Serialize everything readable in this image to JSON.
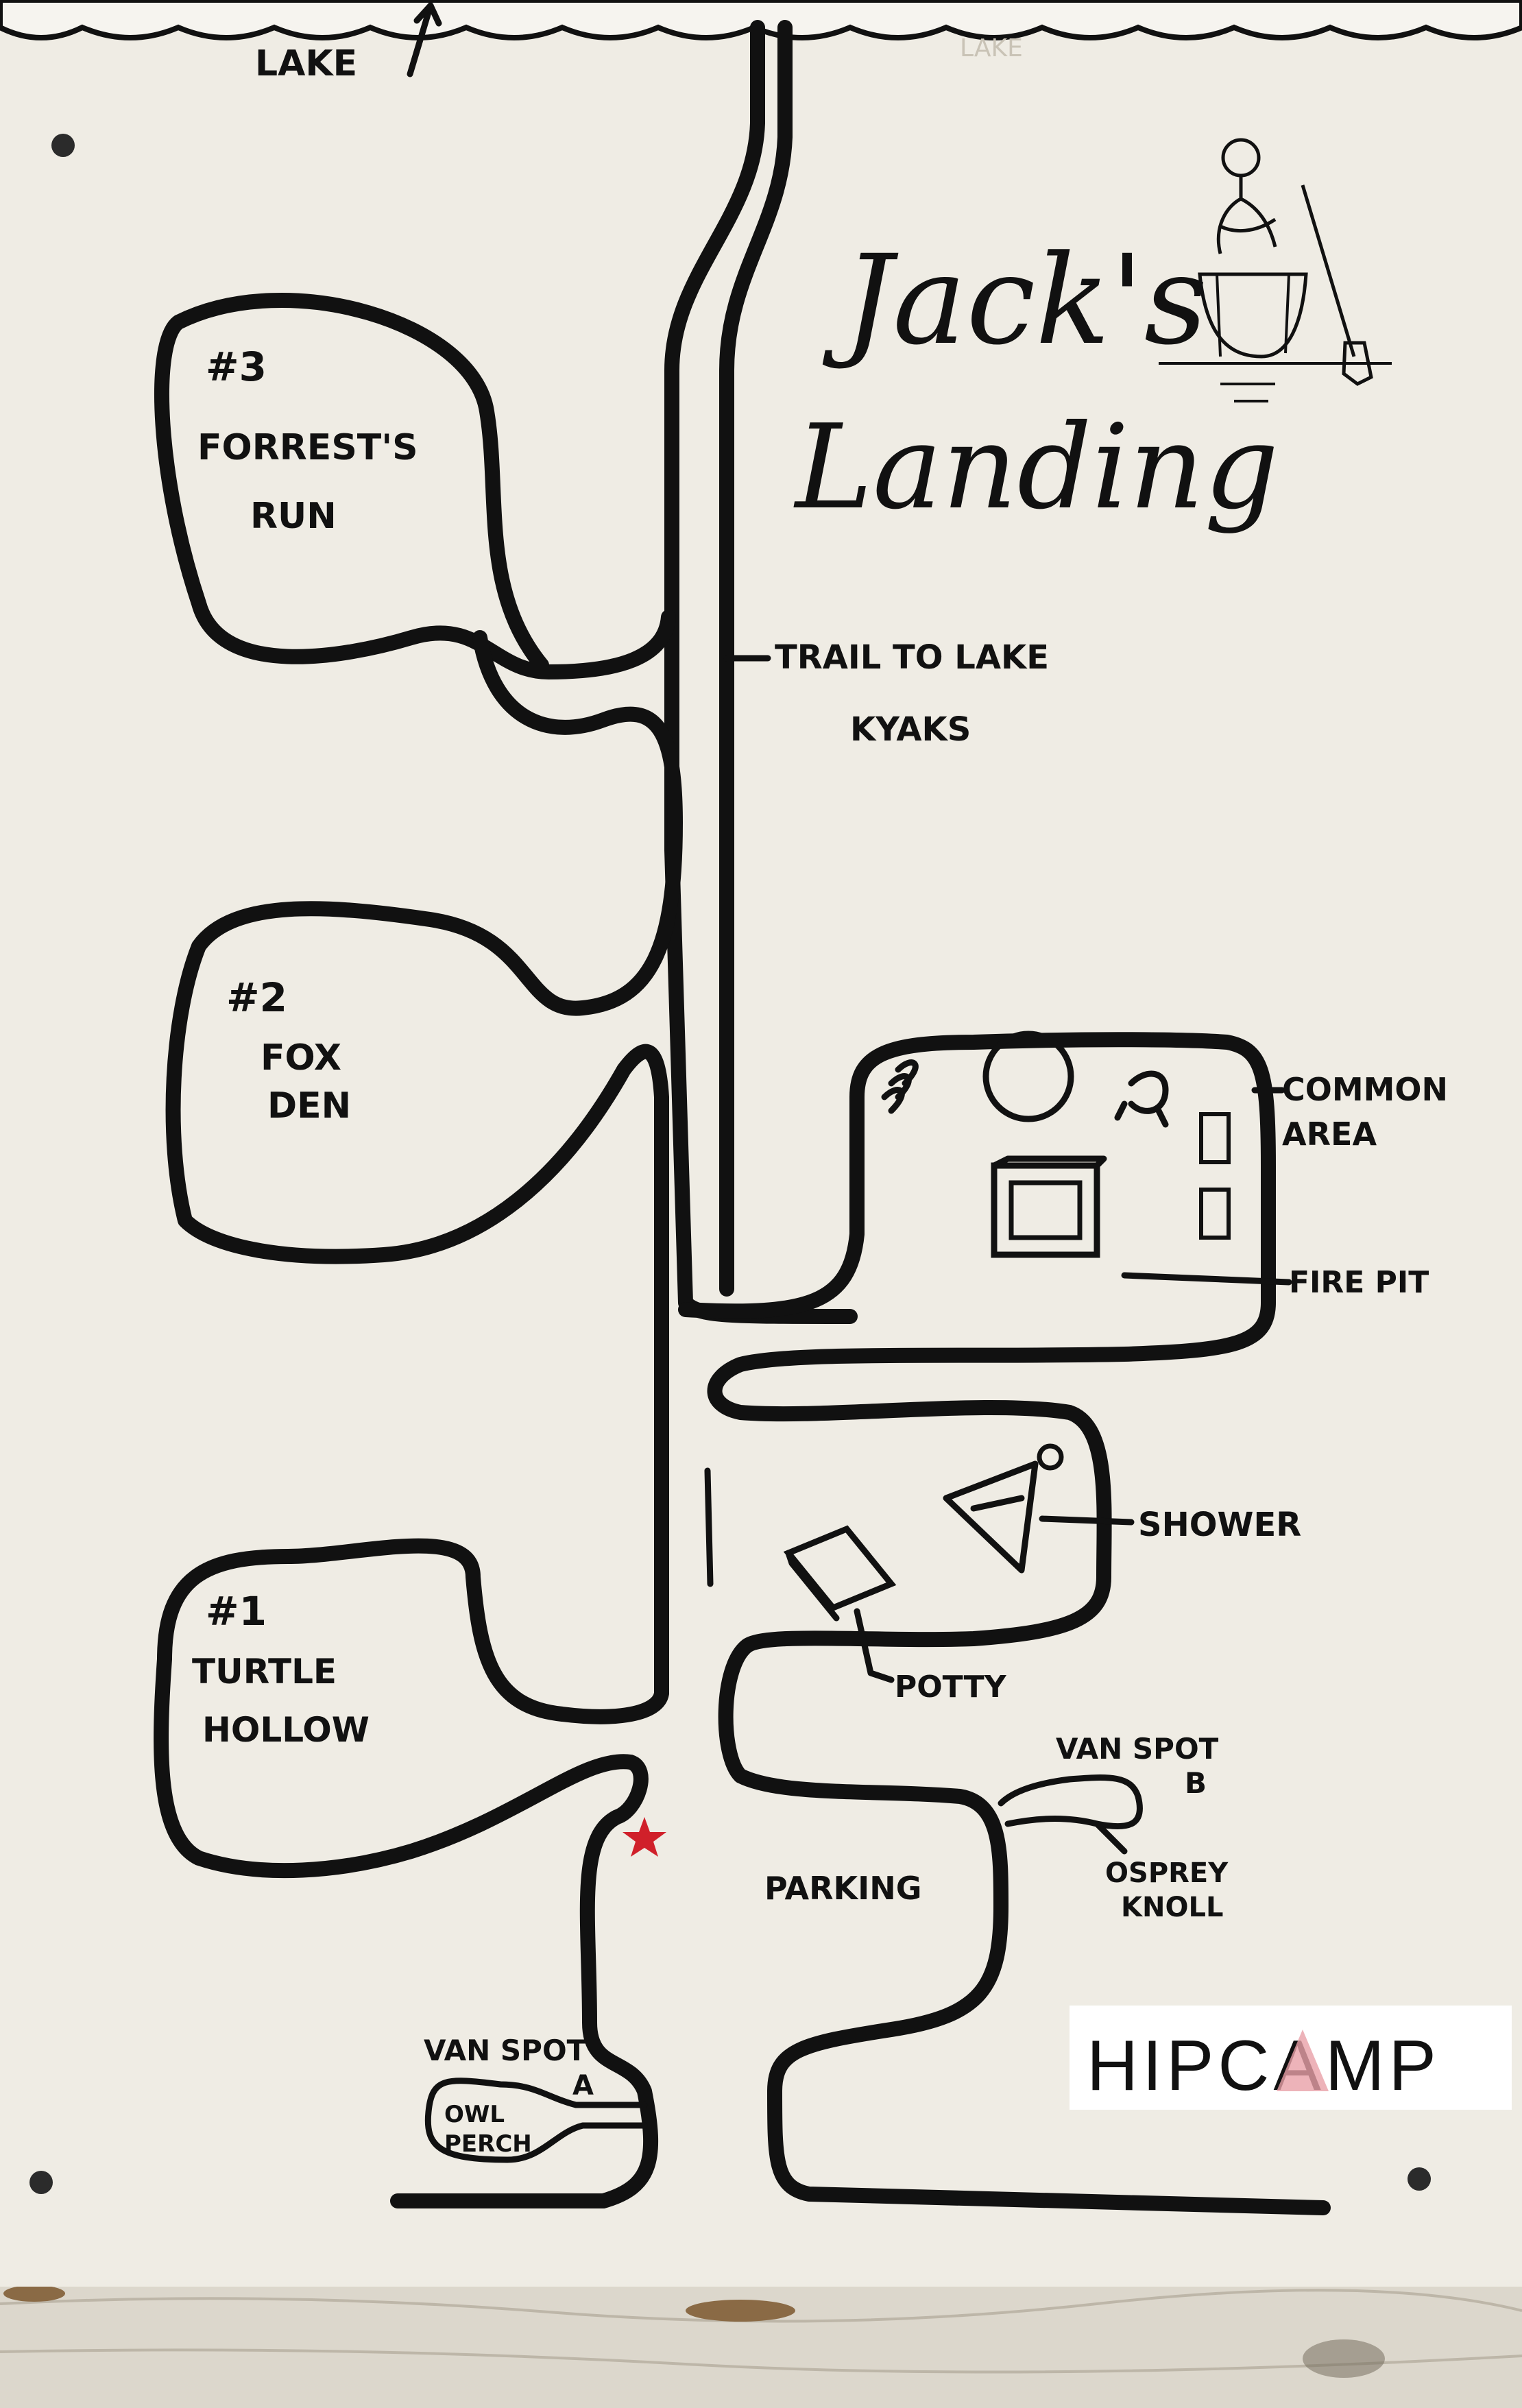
{
  "title": {
    "line1": "Jack's",
    "line2": "Landing"
  },
  "labels": {
    "lake": "LAKE",
    "lake_faint": "LAKE",
    "trail_line1": "TRAIL TO LAKE",
    "trail_line2": "KYAKS",
    "site3_num": "#3",
    "site3_line1": "FORREST'S",
    "site3_line2": "RUN",
    "site2_num": "#2",
    "site2_line1": "FOX",
    "site2_line2": "DEN",
    "site1_num": "#1",
    "site1_line1": "TURTLE",
    "site1_line2": "HOLLOW",
    "common_line1": "COMMON",
    "common_line2": "AREA",
    "fire_pit": "FIRE PIT",
    "shower": "SHOWER",
    "potty": "POTTY",
    "parking": "PARKING",
    "van_b_line1": "VAN SPOT",
    "van_b_line2": "B",
    "osprey_line1": "OSPREY",
    "osprey_line2": "KNOLL",
    "van_a_line1": "VAN SPOT",
    "van_a_line2": "A",
    "owl_line1": "OWL",
    "owl_line2": "PERCH",
    "hipcamp": "HIPCAMP"
  },
  "colors": {
    "board": "#efece4",
    "ink": "#111111",
    "wood": "#cfcac0",
    "star": "#d0202a",
    "hipcamp_accent": "#e8a0a8"
  },
  "icons": [
    "kayaker-icon",
    "star-marker-icon",
    "fire-pit-icon",
    "tent-icon",
    "picnic-table-icon",
    "chair-icon",
    "plant-icon",
    "tarp-icon",
    "potty-icon",
    "hipcamp-logo"
  ]
}
